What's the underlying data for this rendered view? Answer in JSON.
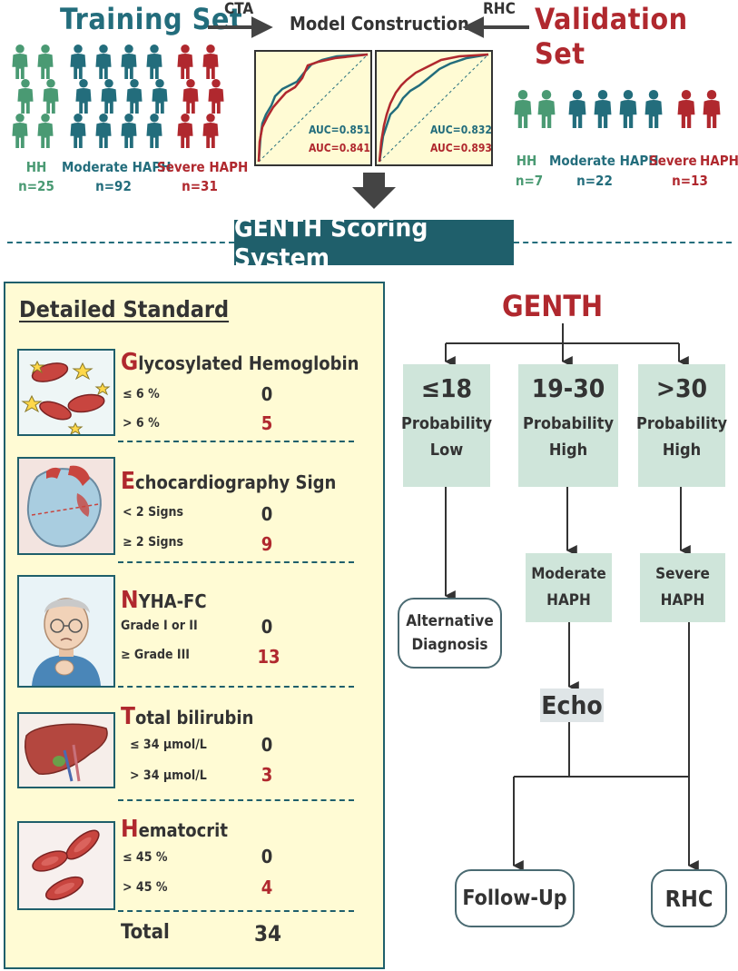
{
  "header": {
    "training_title": "Training Set",
    "validation_title": "Validation Set",
    "center_title": "Model Construction",
    "left_arrow_label": "CTA",
    "right_arrow_label": "RHC"
  },
  "training": {
    "groups": [
      {
        "label": "HH",
        "n": "n=25"
      },
      {
        "label": "Moderate HAPH",
        "n": "n=92"
      },
      {
        "label": "Severe HAPH",
        "n": "n=31"
      }
    ]
  },
  "validation": {
    "groups": [
      {
        "label": "HH",
        "n": "n=7"
      },
      {
        "label": "Moderate HAPH",
        "n": "n=22"
      },
      {
        "label": "Severe",
        "label2": "HAPH",
        "n": "n=13"
      }
    ]
  },
  "roc": [
    {
      "auc_teal": "AUC=0.851",
      "auc_red": "AUC=0.841"
    },
    {
      "auc_teal": "AUC=0.832",
      "auc_red": "AUC=0.893"
    }
  ],
  "banner": {
    "title": "GENTH Scoring System"
  },
  "detailed": {
    "title": "Detailed Standard",
    "factors": [
      {
        "cap": "G",
        "rest": "lycosylated Hemoglobin",
        "rows": [
          {
            "label": "≤ 6 %",
            "value": "0"
          },
          {
            "label": "> 6 %",
            "value": "5"
          }
        ]
      },
      {
        "cap": "E",
        "rest": "chocardiography Sign",
        "rows": [
          {
            "label": "< 2 Signs",
            "value": "0"
          },
          {
            "label": "≥ 2 Signs",
            "value": "9"
          }
        ]
      },
      {
        "cap": "N",
        "rest": "YHA-FC",
        "rows": [
          {
            "label": "Grade I or II",
            "value": "0"
          },
          {
            "label": "≥ Grade III",
            "value": "13"
          }
        ]
      },
      {
        "cap": "T",
        "rest": "otal bilirubin",
        "rows": [
          {
            "label": "≤ 34 μmol/L",
            "value": "0"
          },
          {
            "label": "> 34 μmol/L",
            "value": "3"
          }
        ]
      },
      {
        "cap": "H",
        "rest": "ematocrit",
        "rows": [
          {
            "label": "≤ 45 %",
            "value": "0"
          },
          {
            "label": "> 45 %",
            "value": "4"
          }
        ]
      }
    ],
    "total_label": "Total",
    "total_value": "34"
  },
  "flow": {
    "root": "GENTH",
    "branches": [
      {
        "score": "≤18",
        "line1": "Probability",
        "line2": "Low"
      },
      {
        "score": "19-30",
        "line1": "Probability",
        "line2": "High"
      },
      {
        "score": ">30",
        "line1": "Probability",
        "line2": "High"
      }
    ],
    "alternative": {
      "line1": "Alternative",
      "line2": "Diagnosis"
    },
    "moderate": {
      "line1": "Moderate",
      "line2": "HAPH"
    },
    "severe": {
      "line1": "Severe",
      "line2": "HAPH"
    },
    "echo": "Echo",
    "follow_up": "Follow-Up",
    "rhc": "RHC"
  },
  "colors": {
    "teal": "#236d7c",
    "red": "#b0282e",
    "green": "#4a9a73",
    "box": "#cfe5da",
    "panel": "#fffbd4"
  }
}
